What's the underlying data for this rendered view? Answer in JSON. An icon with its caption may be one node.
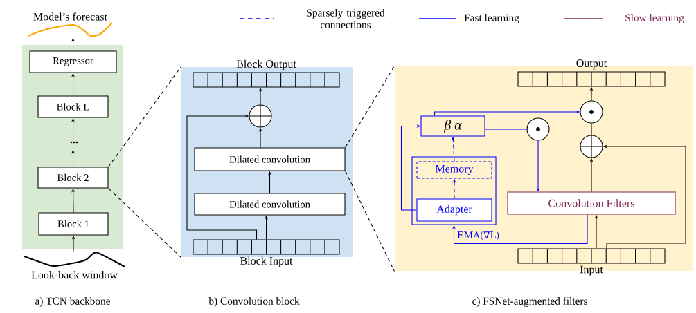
{
  "diagram": {
    "nodes": [
      {
        "text": [],
        "shape": "box"
      },
      {
        "text": [
          "Model’s forecast"
        ]
      },
      {
        "text": [
          "Regressor"
        ],
        "in": 0
      },
      {
        "text": [
          "Block L"
        ],
        "in": 0
      },
      {
        "text": [
          "..."
        ],
        "in": 0
      },
      {
        "text": [
          "Block 2"
        ],
        "in": 0
      },
      {
        "text": [
          "Block 1"
        ],
        "in": 0
      },
      {
        "text": [
          "Look-back window"
        ]
      },
      {
        "text": [],
        "shape": "box"
      },
      {
        "text": [
          "Block Output"
        ],
        "in": 8
      },
      {
        "text": [],
        "shape": "circle",
        "in": 8
      },
      {
        "text": [
          "Dilated convolution"
        ],
        "in": 8
      },
      {
        "text": [
          "Dilated convolution"
        ],
        "in": 8
      },
      {
        "text": [
          "Block Input"
        ],
        "in": 8
      },
      {
        "text": [],
        "shape": "box"
      },
      {
        "text": [
          "Output"
        ],
        "in": 14
      },
      {
        "text": [],
        "shape": "circle",
        "in": 14
      },
      {
        "text": [],
        "shape": "circle",
        "in": 14
      },
      {
        "text": [
          "β α"
        ],
        "in": 14
      },
      {
        "text": [],
        "shape": "circle",
        "in": 14
      },
      {
        "text": [],
        "shape": "box",
        "in": 14
      },
      {
        "text": [
          "Memory"
        ],
        "in": 20
      },
      {
        "text": [
          "Adapter"
        ],
        "in": 20
      },
      {
        "text": [
          "Convolution Filters"
        ],
        "in": 14
      },
      {
        "text": [
          "Input"
        ],
        "in": 14
      }
    ],
    "edges": [
      {
        "from": 2,
        "to": 1,
        "arrow": "to"
      },
      {
        "from": 3,
        "to": 2,
        "arrow": "to"
      },
      {
        "from": 4,
        "to": 3,
        "arrow": "to"
      },
      {
        "from": 5,
        "to": 4,
        "arrow": "to"
      },
      {
        "from": 6,
        "to": 5,
        "arrow": "to"
      },
      {
        "from": 7,
        "to": 6,
        "arrow": "to"
      },
      {
        "from": 5,
        "to": 8,
        "arrow": "none",
        "style": "dashed"
      },
      {
        "from": 5,
        "to": 8,
        "arrow": "none",
        "style": "dashed"
      },
      {
        "from": 13,
        "to": 12,
        "arrow": "to"
      },
      {
        "from": 12,
        "to": 11,
        "arrow": "to"
      },
      {
        "from": 11,
        "to": 10,
        "arrow": "to"
      },
      {
        "from": 13,
        "to": 10,
        "arrow": "to"
      },
      {
        "from": 10,
        "to": 9,
        "arrow": "to"
      },
      {
        "from": 11,
        "to": 14,
        "arrow": "none",
        "style": "dashed"
      },
      {
        "from": 11,
        "to": 14,
        "arrow": "none",
        "style": "dashed"
      },
      {
        "from": 24,
        "to": 23,
        "arrow": "to"
      },
      {
        "from": 23,
        "to": 17,
        "arrow": "to"
      },
      {
        "from": 17,
        "to": 16,
        "arrow": "none"
      },
      {
        "from": 16,
        "to": 15,
        "arrow": "to"
      },
      {
        "from": 24,
        "to": 17,
        "arrow": "to"
      },
      {
        "from": 18,
        "to": 16,
        "arrow": "to",
        "color": "#0000ff"
      },
      {
        "from": 18,
        "to": 19,
        "arrow": "none",
        "color": "#0000ff"
      },
      {
        "from": 19,
        "to": 23,
        "arrow": "to",
        "color": "#0000ff"
      },
      {
        "from": 22,
        "to": 21,
        "arrow": "to",
        "style": "dashed",
        "color": "#0000ff"
      },
      {
        "from": 21,
        "to": 18,
        "arrow": "to",
        "style": "dashed",
        "color": "#0000ff"
      },
      {
        "from": 22,
        "to": 18,
        "arrow": "to",
        "color": "#0000ff"
      },
      {
        "from": 23,
        "to": 20,
        "arrow": "to",
        "color": "#0000ff",
        "label": "EMA(∇L)"
      }
    ],
    "labels": [
      "a) TCN backbone",
      "b) Convolution block",
      "c) FSNet-augmented filters"
    ],
    "legend": [
      {
        "text": "Sparsely triggered connections"
      },
      {
        "text": "Fast learning"
      },
      {
        "text": "Slow learning"
      }
    ]
  }
}
